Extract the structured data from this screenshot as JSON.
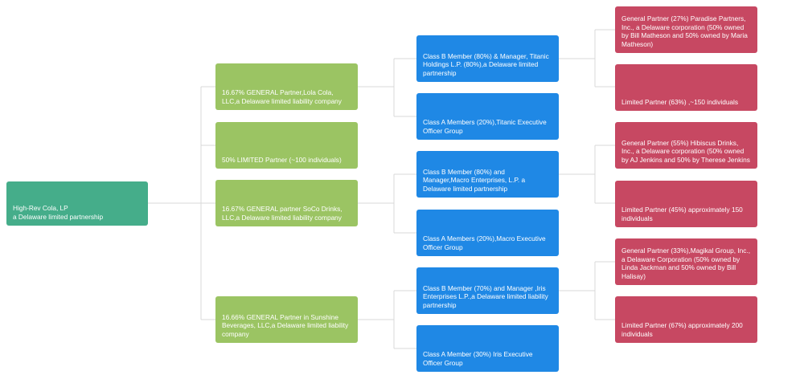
{
  "colors": {
    "root": "#45ad8a",
    "level1": "#9bc463",
    "level2": "#1f88e5",
    "level3": "#c74862",
    "connector": "#d8d8d8"
  },
  "root": {
    "line1": "High-Rev Cola, LP",
    "line2": "a Delaware limited partnership"
  },
  "level1": [
    {
      "label": "16.67% GENERAL Partner,Lola Cola, LLC,a Delaware limited liability company"
    },
    {
      "label": "50% LIMITED Partner (~100 individuals)"
    },
    {
      "label": "16.67% GENERAL partner SoCo Drinks, LLC,a Delaware limited liability company"
    },
    {
      "label": "16.66% GENERAL Partner in Sunshine Beverages, LLC,a Delaware limited liability company"
    }
  ],
  "level2": [
    {
      "label": "Class B Member (80%) & Manager, Titanic Holdings L.P. (80%),a Delaware limited partnership"
    },
    {
      "label": "Class A Members (20%),Titanic Executive Officer Group"
    },
    {
      "label": "Class B Member (80%) and Manager,Macro Enterprises, L.P. a Delaware limited partnership"
    },
    {
      "label": "Class A Members (20%),Macro Executive Officer Group"
    },
    {
      "label": "Class B Member (70%) and Manager ,Iris Enterprises L.P.,a Delaware limited liability partnership"
    },
    {
      "label": "Class A Member (30%) Iris Executive Officer Group"
    }
  ],
  "level3": [
    {
      "label": "General Partner (27%) Paradise Partners, Inc., a Delaware corporation (50% owned by Bill Matheson and 50% owned by Maria Matheson)"
    },
    {
      "label": "Limited Partner (63%) ,~150 individuals"
    },
    {
      "label": "General Partner (55%) Hibiscus Drinks, Inc., a Delaware corporation (50% owned by AJ Jenkins and 50% by Therese Jenkins"
    },
    {
      "label": "Limited Partner (45%) approximately 150 individuals"
    },
    {
      "label": "General Partner (33%),Magikal Group, Inc., a Delaware Corporation (50% owned by Linda Jackman and 50% owned by Bill Halisay)"
    },
    {
      "label": "Limited Partner (67%) approximately 200 individuals"
    }
  ]
}
